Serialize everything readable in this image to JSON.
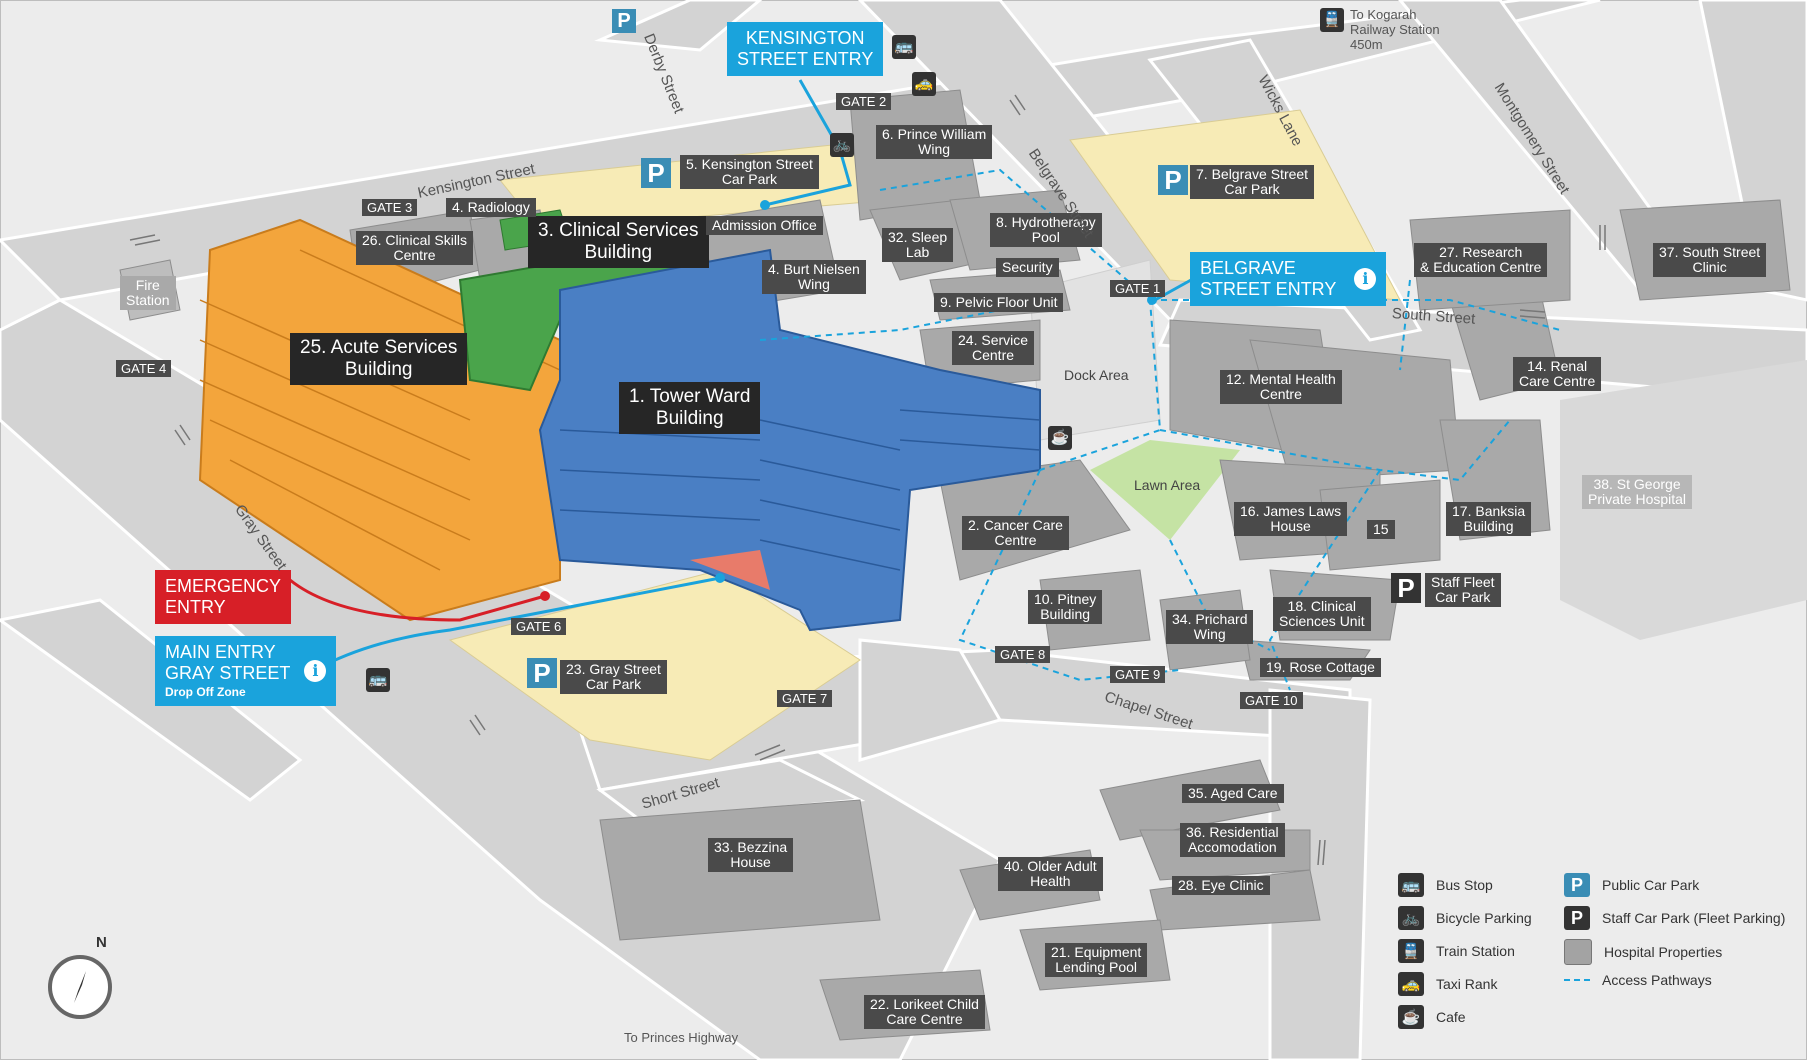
{
  "title": "",
  "colors": {
    "road": "#d6d6d6",
    "ground": "#ececec",
    "building": "#a3a3a3",
    "tower_ward": "#4a7fc4",
    "acute_services": "#f3a53c",
    "clinical_services": "#4aa44b",
    "car_park": "#f7ebb6",
    "lawn": "#c5e3a4",
    "pathway": "#1aa3dc",
    "emergency": "#d71f27"
  },
  "entries": {
    "kensington": "KENSINGTON\nSTREET ENTRY",
    "belgrave": "BELGRAVE\nSTREET ENTRY",
    "emergency": "EMERGENCY\nENTRY",
    "main": "MAIN ENTRY\nGRAY STREET",
    "main_sub": "Drop Off Zone",
    "info": "i"
  },
  "buildings": {
    "b1": "1. Tower Ward\nBuilding",
    "b2": "2. Cancer Care\nCentre",
    "b3": "3. Clinical Services\nBuilding",
    "b4": "4. Burt Nielsen\nWing",
    "b5": "5. Kensington Street\nCar Park",
    "b6": "6. Prince William\nWing",
    "b7": "7. Belgrave Street\nCar Park",
    "b8": "8. Hydrotherapy\nPool",
    "b9": "9. Pelvic Floor Unit",
    "b10": "10. Pitney\nBuilding",
    "b12": "12. Mental Health\nCentre",
    "b14": "14. Renal\nCare Centre",
    "b15": "15",
    "b16": "16. James Laws\nHouse",
    "b17": "17. Banksia\nBuilding",
    "b18": "18. Clinical\nSciences Unit",
    "b19": "19. Rose Cottage",
    "b21": "21. Equipment\nLending Pool",
    "b22": "22. Lorikeet Child\nCare Centre",
    "b23": "23. Gray Street\nCar Park",
    "b24": "24. Service\nCentre",
    "b25": "25. Acute Services\nBuilding",
    "b26": "26. Clinical Skills\nCentre",
    "b27": "27. Research\n& Education Centre",
    "b28": "28. Eye Clinic",
    "b32": "32. Sleep\nLab",
    "b33": "33. Bezzina\nHouse",
    "b34": "34. Prichard\nWing",
    "b35": "35. Aged Care",
    "b36": "36. Residential\nAccomodation",
    "b37": "37. South Street\nClinic",
    "b38": "38. St George\nPrivate Hospital",
    "b40": "40. Older Adult\nHealth",
    "radiology": "4. Radiology",
    "security": "Security",
    "admission": "Admission Office",
    "fire": "Fire\nStation",
    "dock": "Dock Area",
    "lawn": "Lawn Area",
    "staff_fleet": "Staff Fleet\nCar Park"
  },
  "gates": {
    "g1": "GATE 1",
    "g2": "GATE 2",
    "g3": "GATE 3",
    "g4": "GATE 4",
    "g6": "GATE 6",
    "g7": "GATE 7",
    "g8": "GATE 8",
    "g9": "GATE 9",
    "g10": "GATE 10"
  },
  "streets": {
    "derby": "Derby Street",
    "kensington": "Kensington Street",
    "wicks": "Wicks Lane",
    "montgomery": "Montgomery Street",
    "belgrave": "Belgrave Street",
    "south": "South Street",
    "gray": "Gray Street",
    "chapel": "Chapel Street",
    "short": "Short Street",
    "princes": "To Princes Highway",
    "kogarah": "To Kogarah\nRailway Station\n450m"
  },
  "icons": {
    "p": "P",
    "bus": "🚌",
    "bike": "🚲",
    "taxi": "🚕",
    "train": "🚆",
    "cafe": "☕"
  },
  "legend": {
    "bus": "Bus Stop",
    "bike": "Bicycle Parking",
    "train": "Train Station",
    "taxi": "Taxi Rank",
    "cafe": "Cafe",
    "public_park": "Public Car Park",
    "staff_park": "Staff Car Park (Fleet Parking)",
    "properties": "Hospital Properties",
    "pathways": "Access Pathways"
  },
  "compass": "N"
}
